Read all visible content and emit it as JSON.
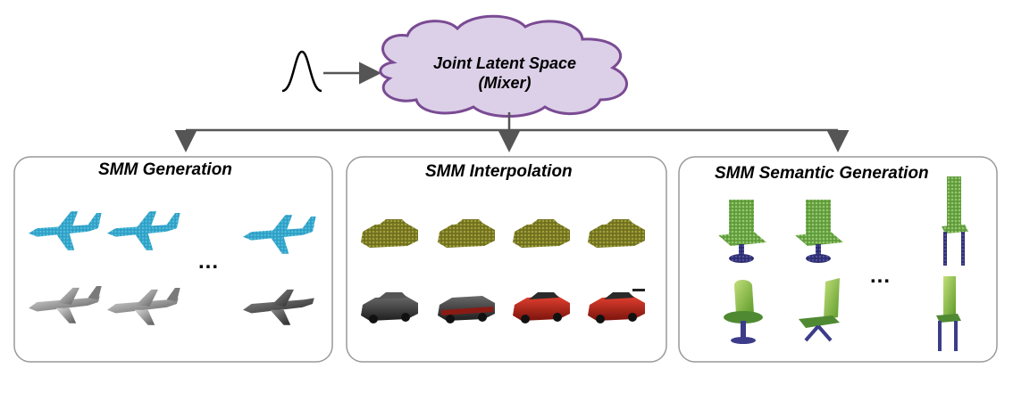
{
  "latent_space": {
    "line1": "Joint Latent Space",
    "line2": "(Mixer)"
  },
  "panels": [
    {
      "title": "SMM Generation"
    },
    {
      "title": "SMM Interpolation"
    },
    {
      "title": "SMM Semantic Generation"
    }
  ],
  "ellipsis": "...",
  "colors": {
    "cloud_fill": "#dcd0e8",
    "cloud_stroke": "#7a4b93",
    "arrow": "#555555",
    "panel_border": "#999999",
    "airplane_voxel": "#3aa9cc",
    "airplane_mesh": "#8a8a8a",
    "car_voxel": "#8a8a2a",
    "car_mesh_red": "#b3241c",
    "car_mesh_dark": "#333333",
    "chair_voxel": "#7eb05a",
    "chair_mesh": "#8fbf4a",
    "chair_base": "#3c3c8a"
  }
}
